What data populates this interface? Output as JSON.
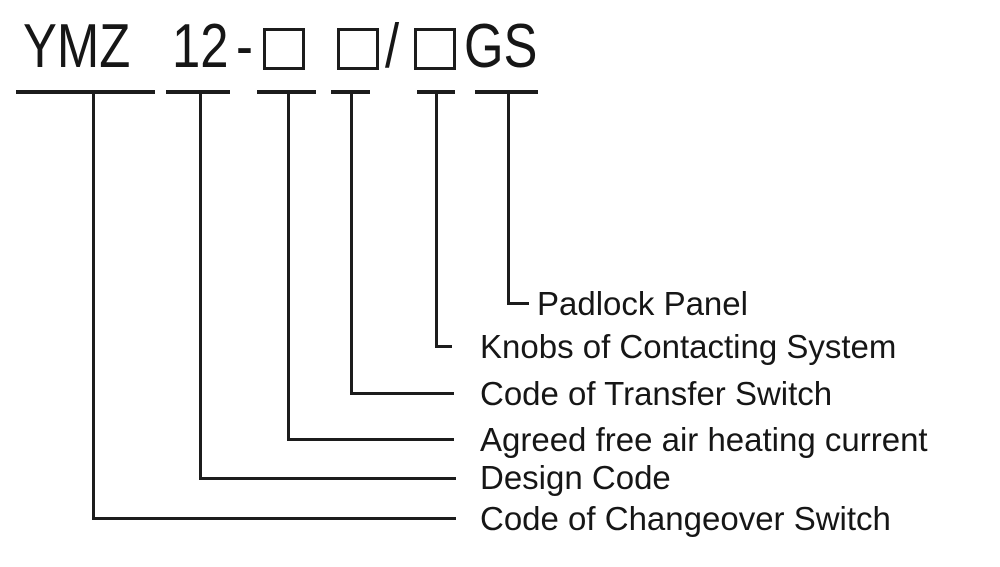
{
  "model_code": {
    "prefix": "YMZ",
    "design_number": "12",
    "hyphen": "-",
    "slash": "/",
    "suffix": "GS",
    "placeholder_symbol": "□",
    "full_code": "YMZ 12-□ □/□GS"
  },
  "labels": [
    {
      "text": "Padlock Panel"
    },
    {
      "text": "Knobs of Contacting System"
    },
    {
      "text": "Code of Transfer Switch"
    },
    {
      "text": "Agreed free air heating current"
    },
    {
      "text": "Design Code"
    },
    {
      "text": "Code of Changeover Switch"
    }
  ],
  "colors": {
    "ink": "#1c1c1c",
    "background": "#ffffff"
  }
}
